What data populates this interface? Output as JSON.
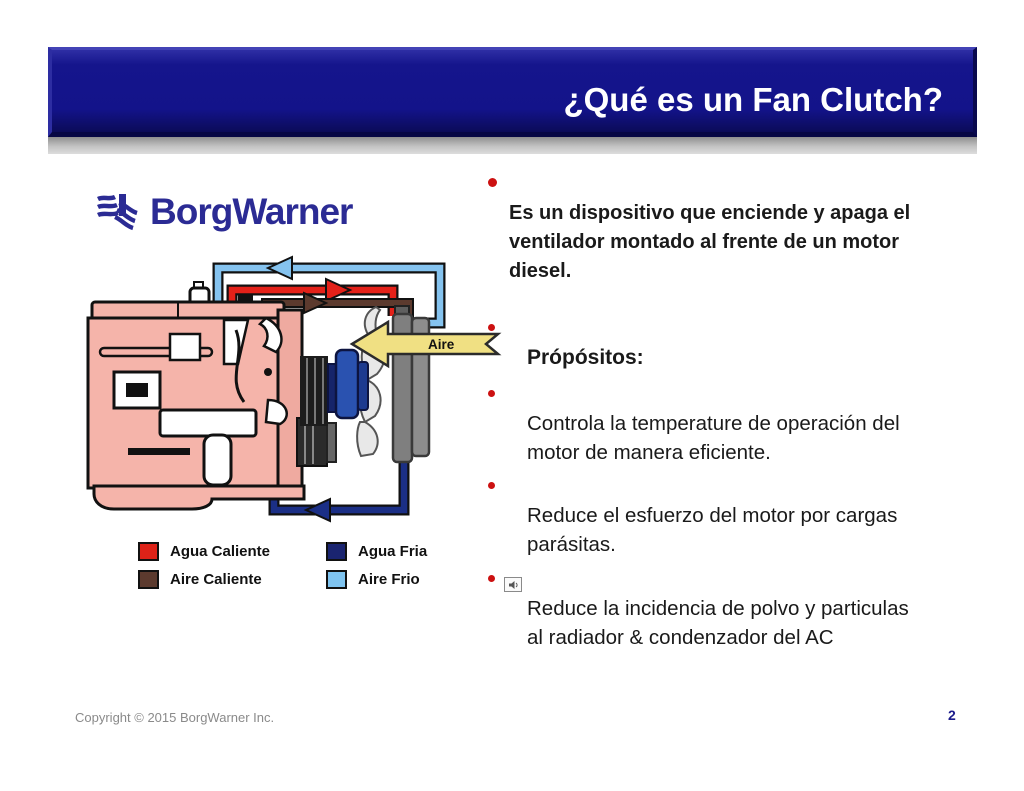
{
  "slide": {
    "title": "¿Qué es un Fan Clutch?",
    "footer": "Copyright © 2015 BorgWarner Inc.",
    "page_number": "2"
  },
  "logo": {
    "text": "BorgWarner"
  },
  "content": {
    "intro": "Es un dispositivo que enciende y apaga el\nventilador montado al frente de un motor\ndiesel.",
    "purpose_heading": "Própósitos:",
    "items": [
      "Controla la temperature de operación del\nmotor de manera eficiente.",
      "Reduce el esfuerzo del motor por cargas\nparásitas.",
      "Reduce la incidencia de polvo y particulas\nal radiador & condenzador del AC"
    ]
  },
  "diagram": {
    "air_arrow_label": "Aire",
    "legend": [
      {
        "label": "Agua Caliente",
        "color": "#dd2218"
      },
      {
        "label": "Aire Caliente",
        "color": "#5c3a2e"
      },
      {
        "label": "Agua Fria",
        "color": "#1a2470"
      },
      {
        "label": "Aire Frio",
        "color": "#7fc4f0"
      }
    ]
  },
  "colors": {
    "title_bar_navy": "#15158c",
    "bullet_red": "#cc1111",
    "logo_blue": "#2b2b94",
    "engine_pink": "#f5b4aa",
    "radiator_gray": "#7f7f7f",
    "pipe_cold_air": "#85c3ef",
    "pipe_hot_water": "#e32119",
    "pipe_hot_air": "#5c3a2e",
    "pipe_cold_water": "#1b2f86",
    "air_arrow_yellow": "#f0e083"
  }
}
